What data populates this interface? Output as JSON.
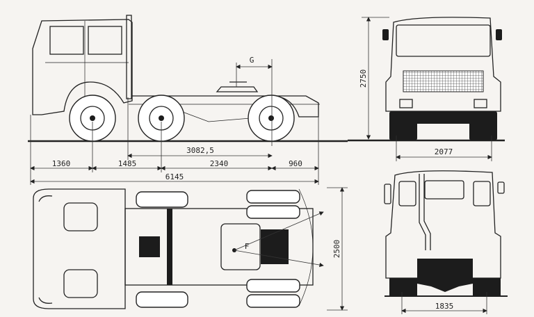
{
  "drawing": {
    "side_view": {
      "label_fifth_wheel": "G",
      "dim_fifth_wheel_to_rear_axle": "3082,5",
      "dim_front_overhang": "1360",
      "dim_front_to_mid_axle": "1485",
      "dim_mid_to_rear_axle": "2340",
      "dim_rear_overhang": "960",
      "dim_overall_length": "6145"
    },
    "top_view": {
      "label_fifth_wheel": "F",
      "dim_overall_width": "2500"
    },
    "front_view": {
      "dim_height": "2750",
      "dim_front_track": "2077"
    },
    "rear_view": {
      "dim_rear_track": "1835"
    }
  }
}
